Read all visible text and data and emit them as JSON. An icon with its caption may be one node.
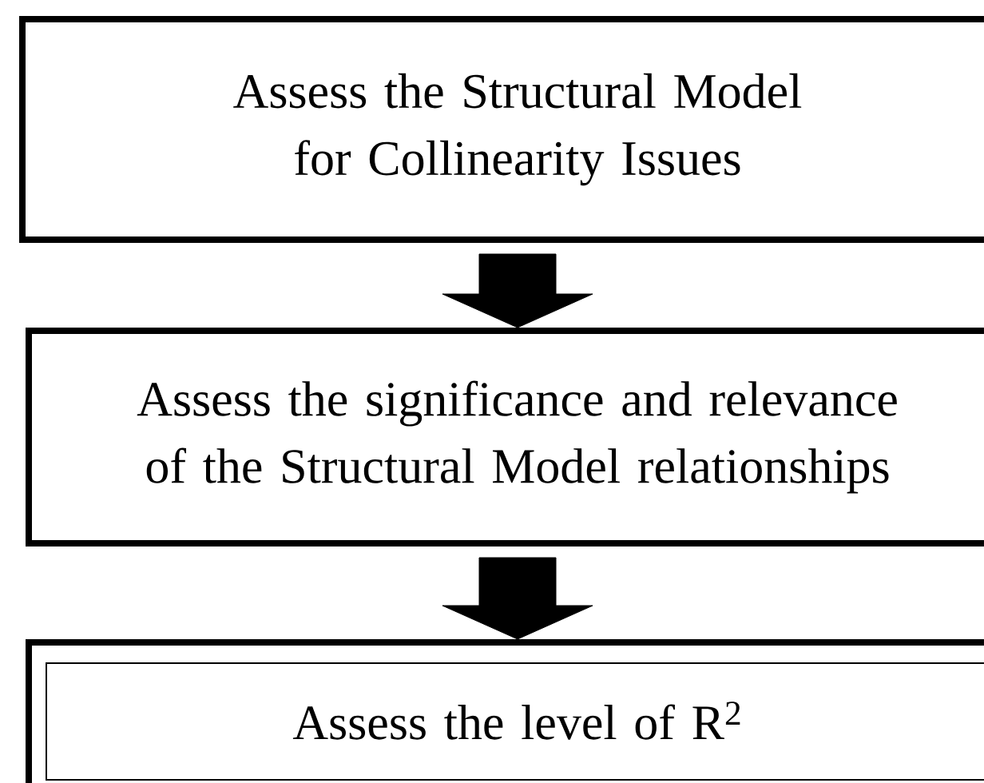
{
  "diagram": {
    "nodes": [
      {
        "text": [
          "Assess the Structural Model for Collinearity Issues"
        ]
      },
      {
        "text": [
          "Assess the significance and relevance of the Structural Model relationships"
        ]
      },
      {
        "text": [
          "Assess the level of R$^{2}$"
        ]
      }
    ],
    "edges": [
      {
        "from": 0,
        "to": 1,
        "arrow": "to",
        "style": "thick"
      },
      {
        "from": 1,
        "to": 2,
        "arrow": "to",
        "style": "thick"
      }
    ]
  }
}
